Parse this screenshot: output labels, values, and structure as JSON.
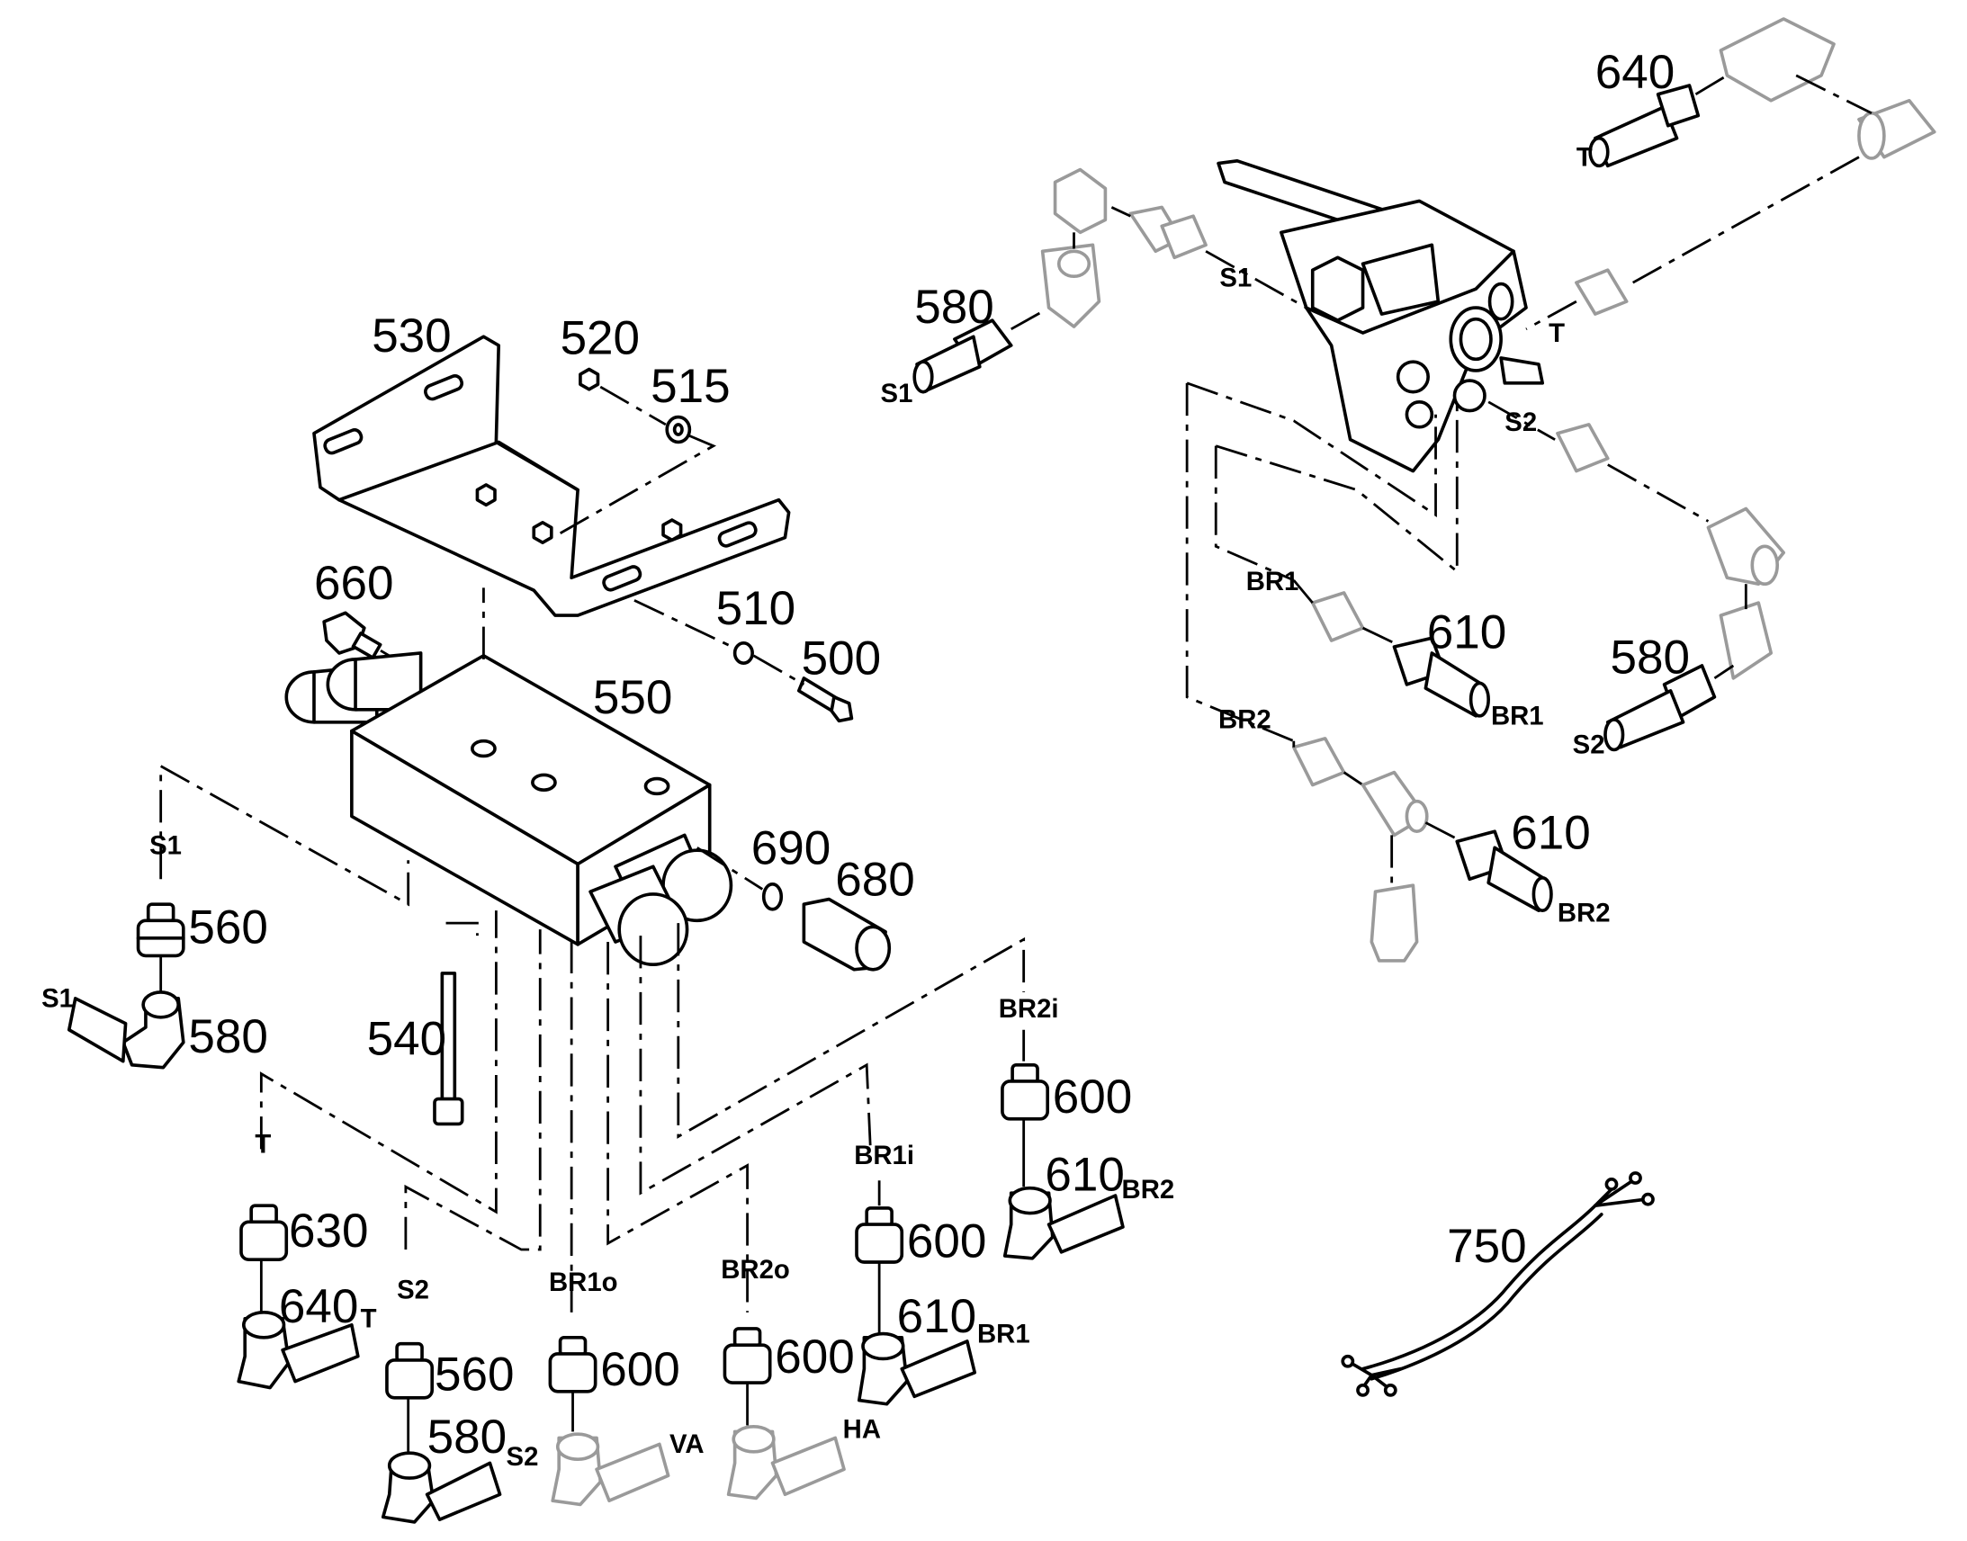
{
  "part_numbers": {
    "p500": "500",
    "p510": "510",
    "p515": "515",
    "p520": "520",
    "p530": "530",
    "p540": "540",
    "p550": "550",
    "p560a": "560",
    "p560b": "560",
    "p580a": "580",
    "p580b": "580",
    "p580c": "580",
    "p580d": "580",
    "p600a": "600",
    "p600b": "600",
    "p600c": "600",
    "p600d": "600",
    "p610a": "610",
    "p610b": "610",
    "p610c": "610",
    "p610d": "610",
    "p630": "630",
    "p640a": "640",
    "p640b": "640",
    "p660": "660",
    "p680": "680",
    "p690": "690",
    "p750": "750"
  },
  "port_labels": {
    "s1_a": "S1",
    "s1_b": "S1",
    "s1_c": "S1",
    "s2_a": "S2",
    "s2_b": "S2",
    "s2_c": "S2",
    "s2_d": "S2",
    "t_a": "T",
    "t_b": "T",
    "t_c": "T",
    "t_d": "T",
    "br1_a": "BR1",
    "br1_b": "BR1",
    "br1_c": "BR1",
    "br2_a": "BR2",
    "br2_b": "BR2",
    "br2_c": "BR2",
    "br1i": "BR1i",
    "br2i": "BR2i",
    "br1o": "BR1o",
    "br2o": "BR2o",
    "va": "VA",
    "ha": "HA"
  },
  "colors": {
    "line": "#000000",
    "ghost": "#9a9a9a",
    "background": "#ffffff"
  }
}
